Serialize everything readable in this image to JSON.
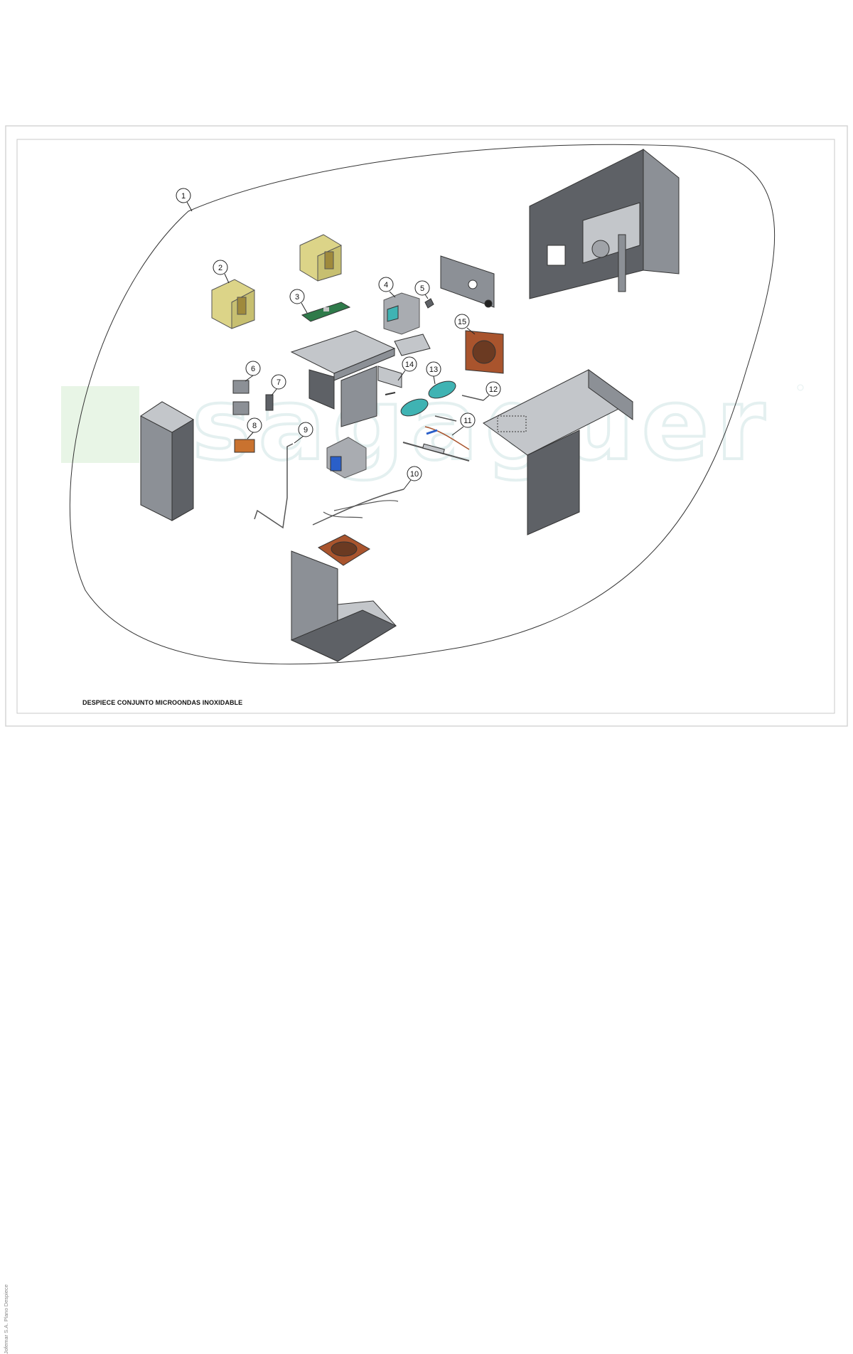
{
  "sheet": {
    "title": "DESPIECE CONJUNTO MICROONDAS INOXIDABLE",
    "side_note": "Jofemar S.A. Plano Despiece",
    "watermark_brand": "sagaguer"
  },
  "callouts": [
    {
      "id": "1",
      "label": "1"
    },
    {
      "id": "2",
      "label": "2"
    },
    {
      "id": "3",
      "label": "3"
    },
    {
      "id": "4",
      "label": "4"
    },
    {
      "id": "5",
      "label": "5"
    },
    {
      "id": "6",
      "label": "6"
    },
    {
      "id": "7",
      "label": "7"
    },
    {
      "id": "8",
      "label": "8"
    },
    {
      "id": "9",
      "label": "9"
    },
    {
      "id": "10",
      "label": "10"
    },
    {
      "id": "11",
      "label": "11"
    },
    {
      "id": "12",
      "label": "12"
    },
    {
      "id": "13",
      "label": "13"
    },
    {
      "id": "14",
      "label": "14"
    },
    {
      "id": "15",
      "label": "15"
    }
  ],
  "colors": {
    "sheet_border": "#d6d6d6",
    "frame": "#bfbfbf",
    "outline": "#555555",
    "steel_dark": "#5e6166",
    "steel_mid": "#8c9096",
    "steel_light": "#c3c6ca",
    "transformer_yellow": "#dcd488",
    "copper": "#a9542d",
    "teal_capacitor": "#3fb3b3",
    "pcb_green": "#2f7a4a",
    "watermark": "#e4eeee"
  }
}
